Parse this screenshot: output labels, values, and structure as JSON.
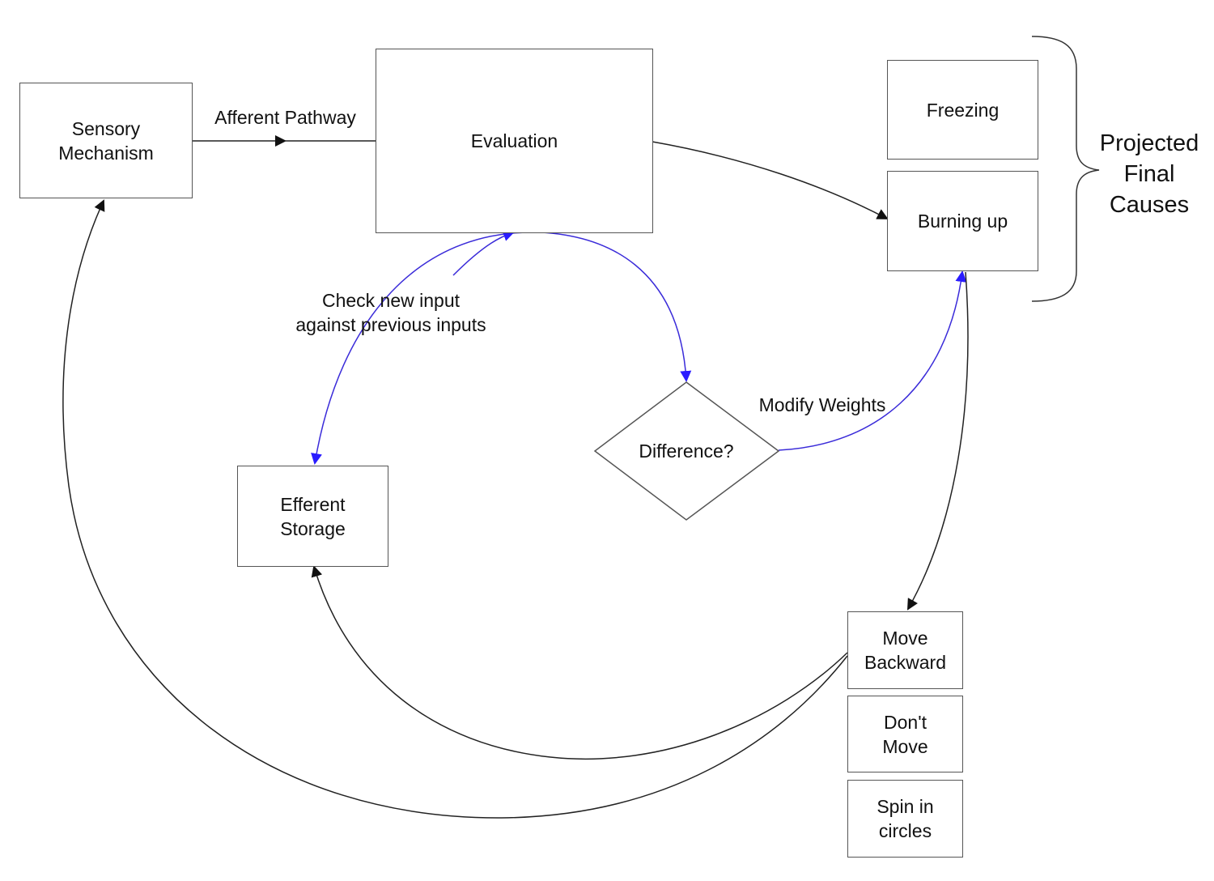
{
  "nodes": {
    "sensory": "Sensory\nMechanism",
    "evaluation": "Evaluation",
    "freezing": "Freezing",
    "burning": "Burning up",
    "efferent": "Efferent\nStorage",
    "difference": "Difference?",
    "move_backward": "Move\nBackward",
    "dont_move": "Don't\nMove",
    "spin": "Spin in\ncircles"
  },
  "edges": {
    "afferent": "Afferent Pathway",
    "check": "Check new input\nagainst previous inputs",
    "modify": "Modify Weights"
  },
  "brace_label": "Projected\nFinal\nCauses",
  "colors": {
    "black_line": "#222222",
    "blue_line": "#3a2bd9",
    "box_border": "#555555"
  }
}
